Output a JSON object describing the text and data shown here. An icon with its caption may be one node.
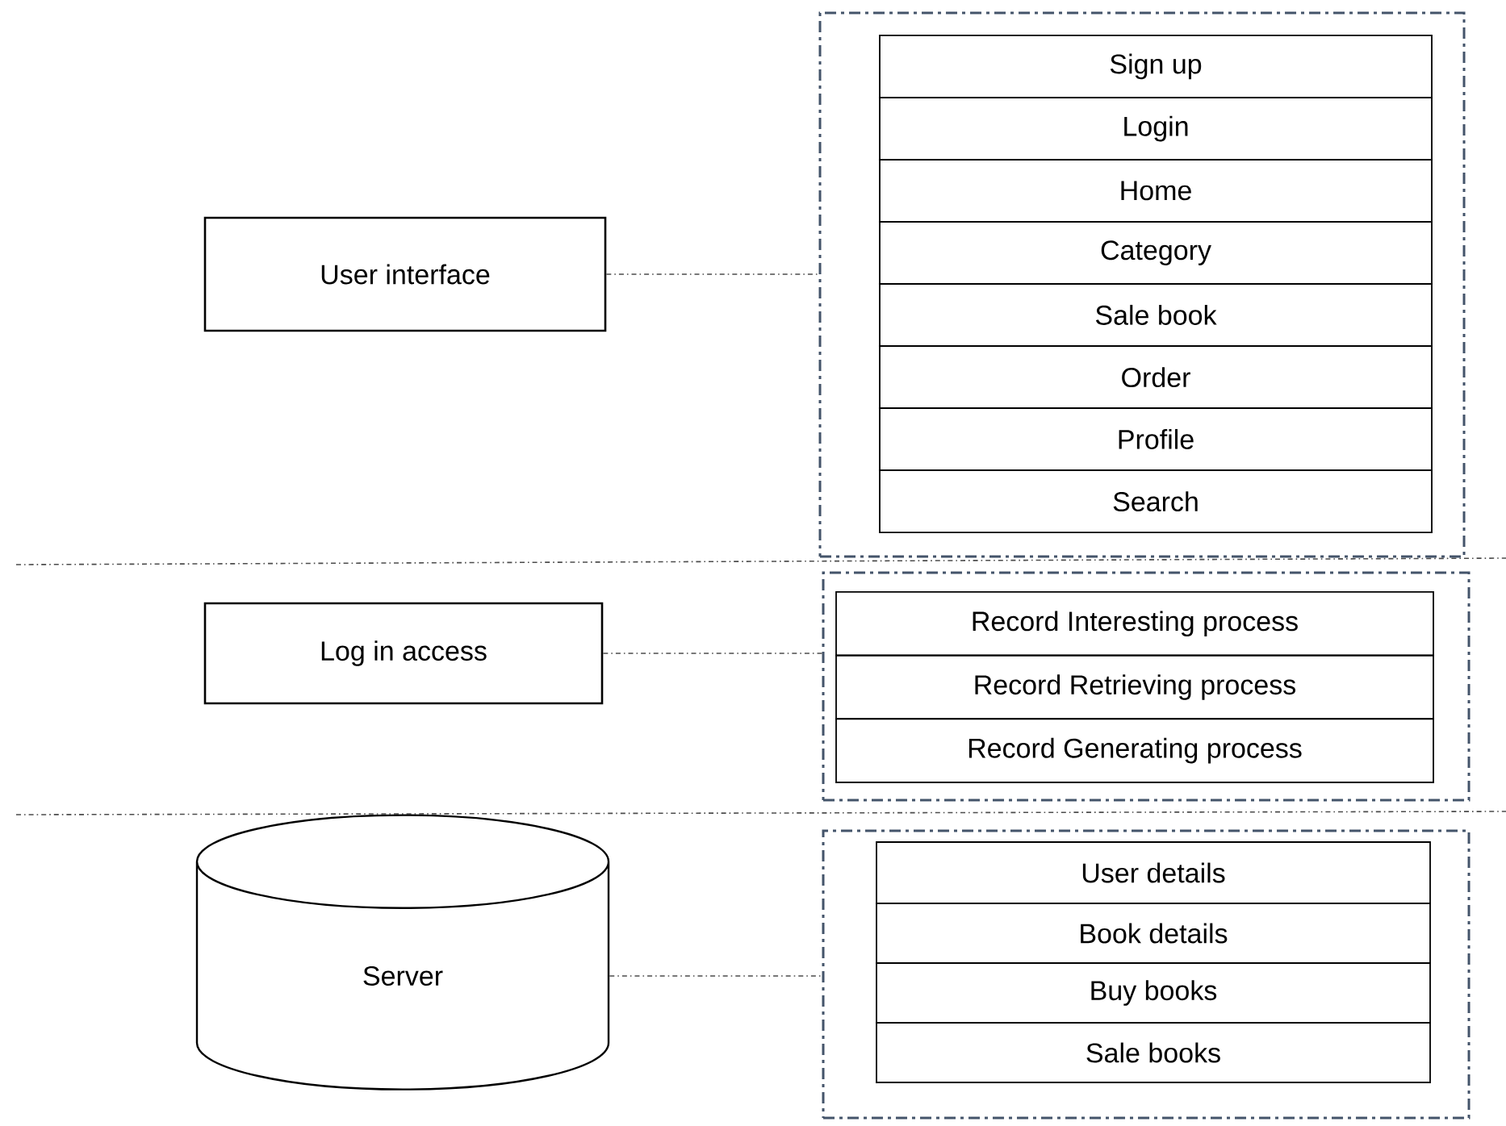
{
  "diagram": {
    "nodes": [
      {
        "text": [
          "User interface"
        ]
      },
      {
        "text": [],
        "shape": "box"
      },
      {
        "text": [
          "Sign up"
        ],
        "in": 1
      },
      {
        "text": [
          "Login"
        ],
        "in": 1
      },
      {
        "text": [
          "Home"
        ],
        "in": 1
      },
      {
        "text": [
          "Category"
        ],
        "in": 1
      },
      {
        "text": [
          "Sale book"
        ],
        "in": 1
      },
      {
        "text": [
          "Order"
        ],
        "in": 1
      },
      {
        "text": [
          "Profile"
        ],
        "in": 1
      },
      {
        "text": [
          "Search"
        ],
        "in": 1
      },
      {
        "text": [
          "Log in access"
        ]
      },
      {
        "text": [],
        "shape": "box"
      },
      {
        "text": [
          "Record Interesting process"
        ],
        "in": 11
      },
      {
        "text": [
          "Record Retrieving process"
        ],
        "in": 11
      },
      {
        "text": [
          "Record Generating process"
        ],
        "in": 11
      },
      {
        "text": [
          "Server"
        ]
      },
      {
        "text": [],
        "shape": "box"
      },
      {
        "text": [
          "User details"
        ],
        "in": 16
      },
      {
        "text": [
          "Book details"
        ],
        "in": 16
      },
      {
        "text": [
          "Buy books"
        ],
        "in": 16
      },
      {
        "text": [
          "Sale books"
        ],
        "in": 16
      }
    ],
    "edges": [
      {
        "from": 0,
        "to": 1,
        "arrow": "none",
        "style": "dashed"
      },
      {
        "from": 10,
        "to": 11,
        "arrow": "none",
        "style": "dashed"
      },
      {
        "from": 15,
        "to": 16,
        "arrow": "none",
        "style": "dashed"
      }
    ]
  }
}
